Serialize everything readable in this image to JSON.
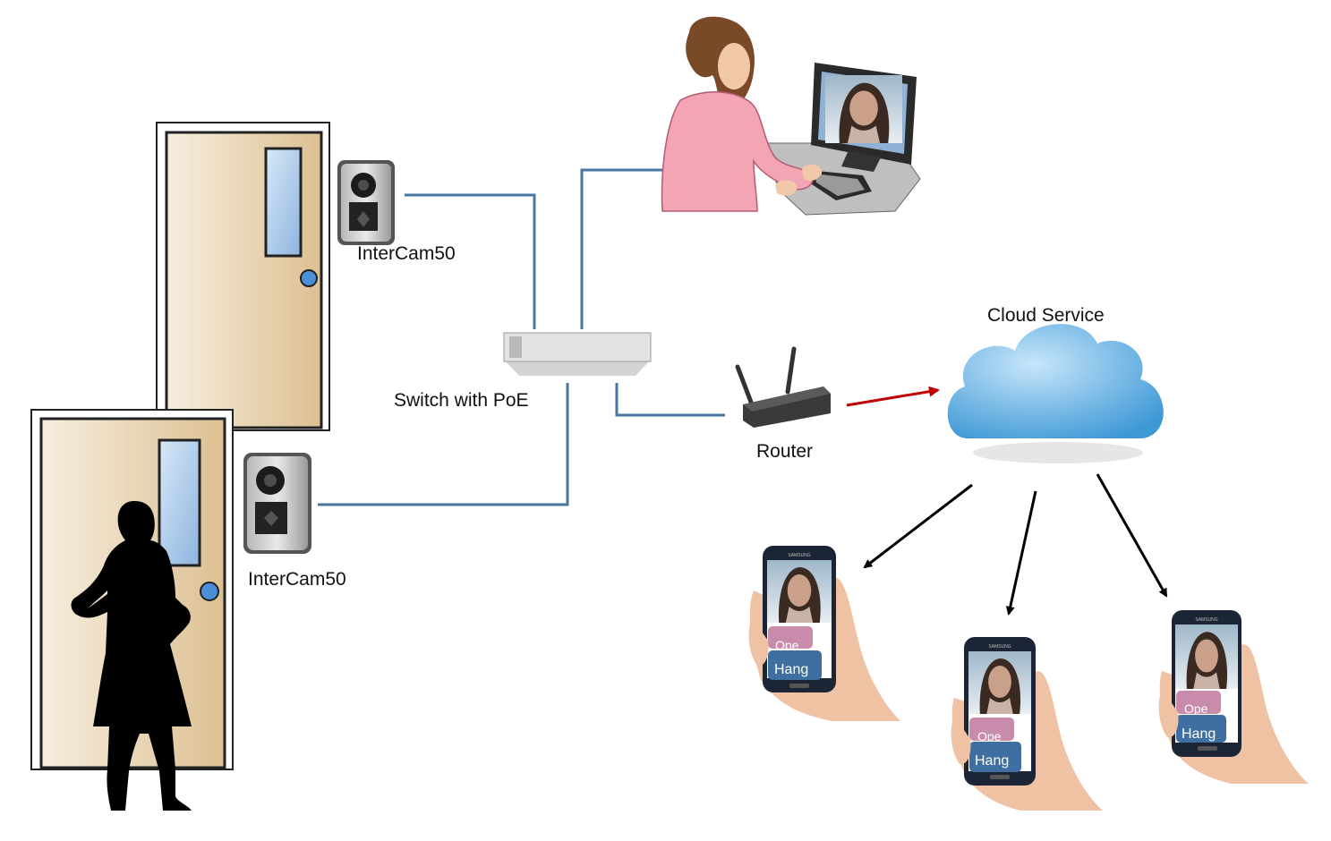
{
  "labels": {
    "camera_top": "InterCam50",
    "camera_bottom": "InterCam50",
    "switch": "Switch with PoE",
    "router": "Router",
    "cloud": "Cloud Service"
  },
  "phones": [
    {
      "open_label": "Ope",
      "hang_label": "Hang"
    },
    {
      "open_label": "Ope",
      "hang_label": "Hang"
    },
    {
      "open_label": "Ope",
      "hang_label": "Hang"
    }
  ],
  "brand": {
    "phone_maker": "SAMSUNG"
  },
  "colors": {
    "cable": "#4a76a0",
    "internet_arrow": "#c00000",
    "push_arrow": "#000000",
    "door_fill": "#ecd9b8",
    "cloud_fill": "#7cc0ea",
    "open_button": "#c98bab",
    "hang_button": "#3f6ea0"
  }
}
